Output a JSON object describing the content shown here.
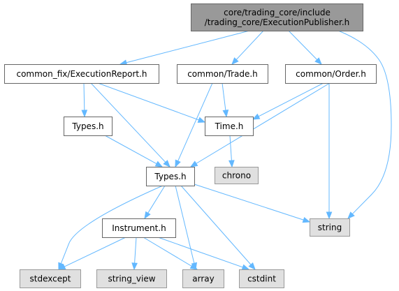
{
  "nodes": [
    {
      "id": "root",
      "kind": "root",
      "lines": [
        "core/trading_core/include",
        "/trading_core/ExecutionPublisher.h"
      ]
    },
    {
      "id": "exec_report",
      "kind": "header",
      "lines": [
        "common_fix/ExecutionReport.h"
      ]
    },
    {
      "id": "trade",
      "kind": "header",
      "lines": [
        "common/Trade.h"
      ]
    },
    {
      "id": "order",
      "kind": "header",
      "lines": [
        "common/Order.h"
      ]
    },
    {
      "id": "fix_types",
      "kind": "header",
      "lines": [
        "Types.h"
      ]
    },
    {
      "id": "time",
      "kind": "header",
      "lines": [
        "Time.h"
      ]
    },
    {
      "id": "chrono",
      "kind": "system",
      "lines": [
        "chrono"
      ]
    },
    {
      "id": "types",
      "kind": "header",
      "lines": [
        "Types.h"
      ]
    },
    {
      "id": "instrument",
      "kind": "header",
      "lines": [
        "Instrument.h"
      ]
    },
    {
      "id": "string",
      "kind": "system",
      "lines": [
        "string"
      ]
    },
    {
      "id": "stdexcept",
      "kind": "system",
      "lines": [
        "stdexcept"
      ]
    },
    {
      "id": "string_view",
      "kind": "system",
      "lines": [
        "string_view"
      ]
    },
    {
      "id": "array",
      "kind": "system",
      "lines": [
        "array"
      ]
    },
    {
      "id": "cstdint",
      "kind": "system",
      "lines": [
        "cstdint"
      ]
    }
  ],
  "edges": [
    {
      "from": "root",
      "to": "exec_report"
    },
    {
      "from": "root",
      "to": "trade"
    },
    {
      "from": "root",
      "to": "order"
    },
    {
      "from": "root",
      "to": "string"
    },
    {
      "from": "exec_report",
      "to": "fix_types"
    },
    {
      "from": "exec_report",
      "to": "time"
    },
    {
      "from": "exec_report",
      "to": "types"
    },
    {
      "from": "trade",
      "to": "time"
    },
    {
      "from": "trade",
      "to": "types"
    },
    {
      "from": "order",
      "to": "time"
    },
    {
      "from": "order",
      "to": "types"
    },
    {
      "from": "order",
      "to": "string"
    },
    {
      "from": "fix_types",
      "to": "types"
    },
    {
      "from": "time",
      "to": "chrono"
    },
    {
      "from": "types",
      "to": "instrument"
    },
    {
      "from": "types",
      "to": "string"
    },
    {
      "from": "types",
      "to": "stdexcept"
    },
    {
      "from": "types",
      "to": "array"
    },
    {
      "from": "types",
      "to": "cstdint"
    },
    {
      "from": "instrument",
      "to": "stdexcept"
    },
    {
      "from": "instrument",
      "to": "string_view"
    },
    {
      "from": "instrument",
      "to": "array"
    },
    {
      "from": "instrument",
      "to": "cstdint"
    }
  ],
  "colors": {
    "edge": "#63b8ff",
    "root_fill": "#999999",
    "header_fill": "#ffffff",
    "system_fill": "#e0e0e0"
  }
}
